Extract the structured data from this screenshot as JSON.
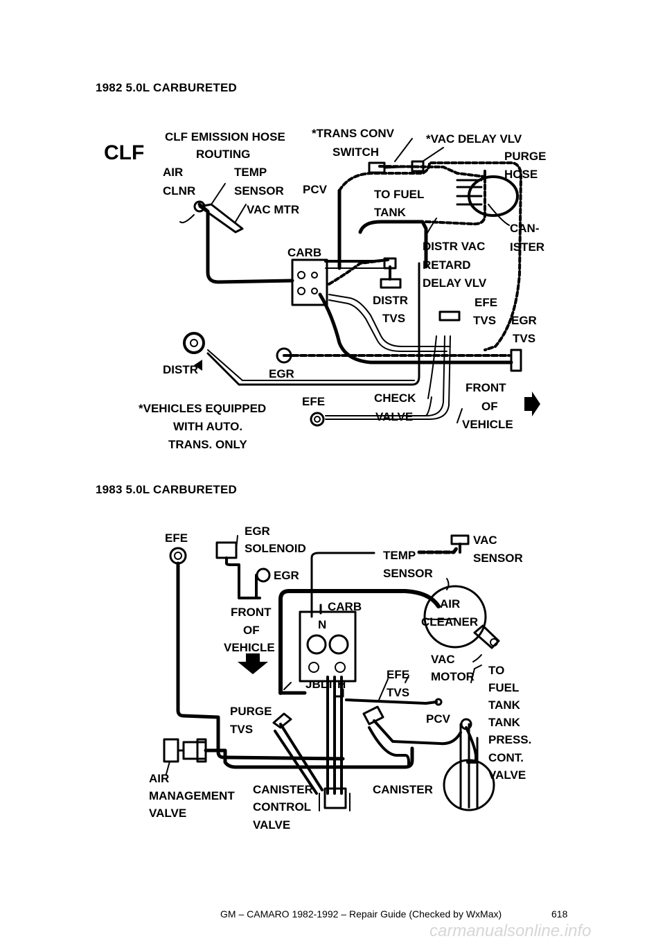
{
  "headings": {
    "first": "1982 5.0L CARBURETED",
    "second": "1983 5.0L CARBURETED"
  },
  "diagram_1982": {
    "logo": "CLF",
    "labels": {
      "title_a": "CLF EMISSION HOSE",
      "title_b": "ROUTING",
      "trans_conv_a": "*TRANS CONV",
      "trans_conv_b": "SWITCH",
      "vac_delay": "*VAC DELAY VLV",
      "purge_a": "PURGE",
      "purge_b": "HOSE",
      "air_a": "AIR",
      "air_b": "CLNR",
      "temp_a": "TEMP",
      "temp_b": "SENSOR",
      "vac_mtr": "VAC MTR",
      "pcv": "PCV",
      "to_fuel_a": "TO FUEL",
      "to_fuel_b": "TANK",
      "canister_a": "CAN-",
      "canister_b": "ISTER",
      "carb": "CARB",
      "distr_vac_a": "DISTR VAC",
      "distr_vac_b": "RETARD",
      "distr_vac_c": "DELAY VLV",
      "distr_tvs_a": "DISTR",
      "distr_tvs_b": "TVS",
      "efe_tvs_a": "EFE",
      "efe_tvs_b": "TVS",
      "egr_tvs_a": "EGR",
      "egr_tvs_b": "TVS",
      "distr": "DISTR",
      "egr": "EGR",
      "vehicles_a": "*VEHICLES EQUIPPED",
      "vehicles_b": "WITH AUTO.",
      "vehicles_c": "TRANS. ONLY",
      "efe": "EFE",
      "check_a": "CHECK",
      "check_b": "VALVE",
      "front_a": "FRONT",
      "front_b": "OF",
      "front_c": "VEHICLE"
    }
  },
  "diagram_1983": {
    "labels": {
      "efe": "EFE",
      "egr_sol_a": "EGR",
      "egr_sol_b": "SOLENOID",
      "egr": "EGR",
      "temp_a": "TEMP",
      "temp_b": "SENSOR",
      "vac_a": "VAC",
      "vac_b": "SENSOR",
      "carb": "CARB",
      "n": "N",
      "air_cleaner_a": "AIR",
      "air_cleaner_b": "CLEANER",
      "front_a": "FRONT",
      "front_b": "OF",
      "front_c": "VEHICLE",
      "vac_motor_a": "VAC",
      "vac_motor_b": "MOTOR",
      "to_fuel_a": "TO",
      "to_fuel_b": "FUEL",
      "to_fuel_c": "TANK",
      "ports": "JBLT H",
      "efe_tvs_a": "EFE",
      "efe_tvs_b": "TVS",
      "pcv": "PCV",
      "tank_a": "TANK",
      "tank_b": "PRESS.",
      "tank_c": "CONT.",
      "tank_d": "VALVE",
      "purge_a": "PURGE",
      "purge_b": "TVS",
      "air_mgmt_a": "AIR",
      "air_mgmt_b": "MANAGEMENT",
      "air_mgmt_c": "VALVE",
      "can_ctrl_a": "CANISTER",
      "can_ctrl_b": "CONTROL",
      "can_ctrl_c": "VALVE",
      "canister": "CANISTER"
    }
  },
  "footer": {
    "text": "GM – CAMARO 1982-1992 – Repair Guide (Checked by WxMax)",
    "page": "618",
    "watermark": "carmanualsonline.info"
  }
}
